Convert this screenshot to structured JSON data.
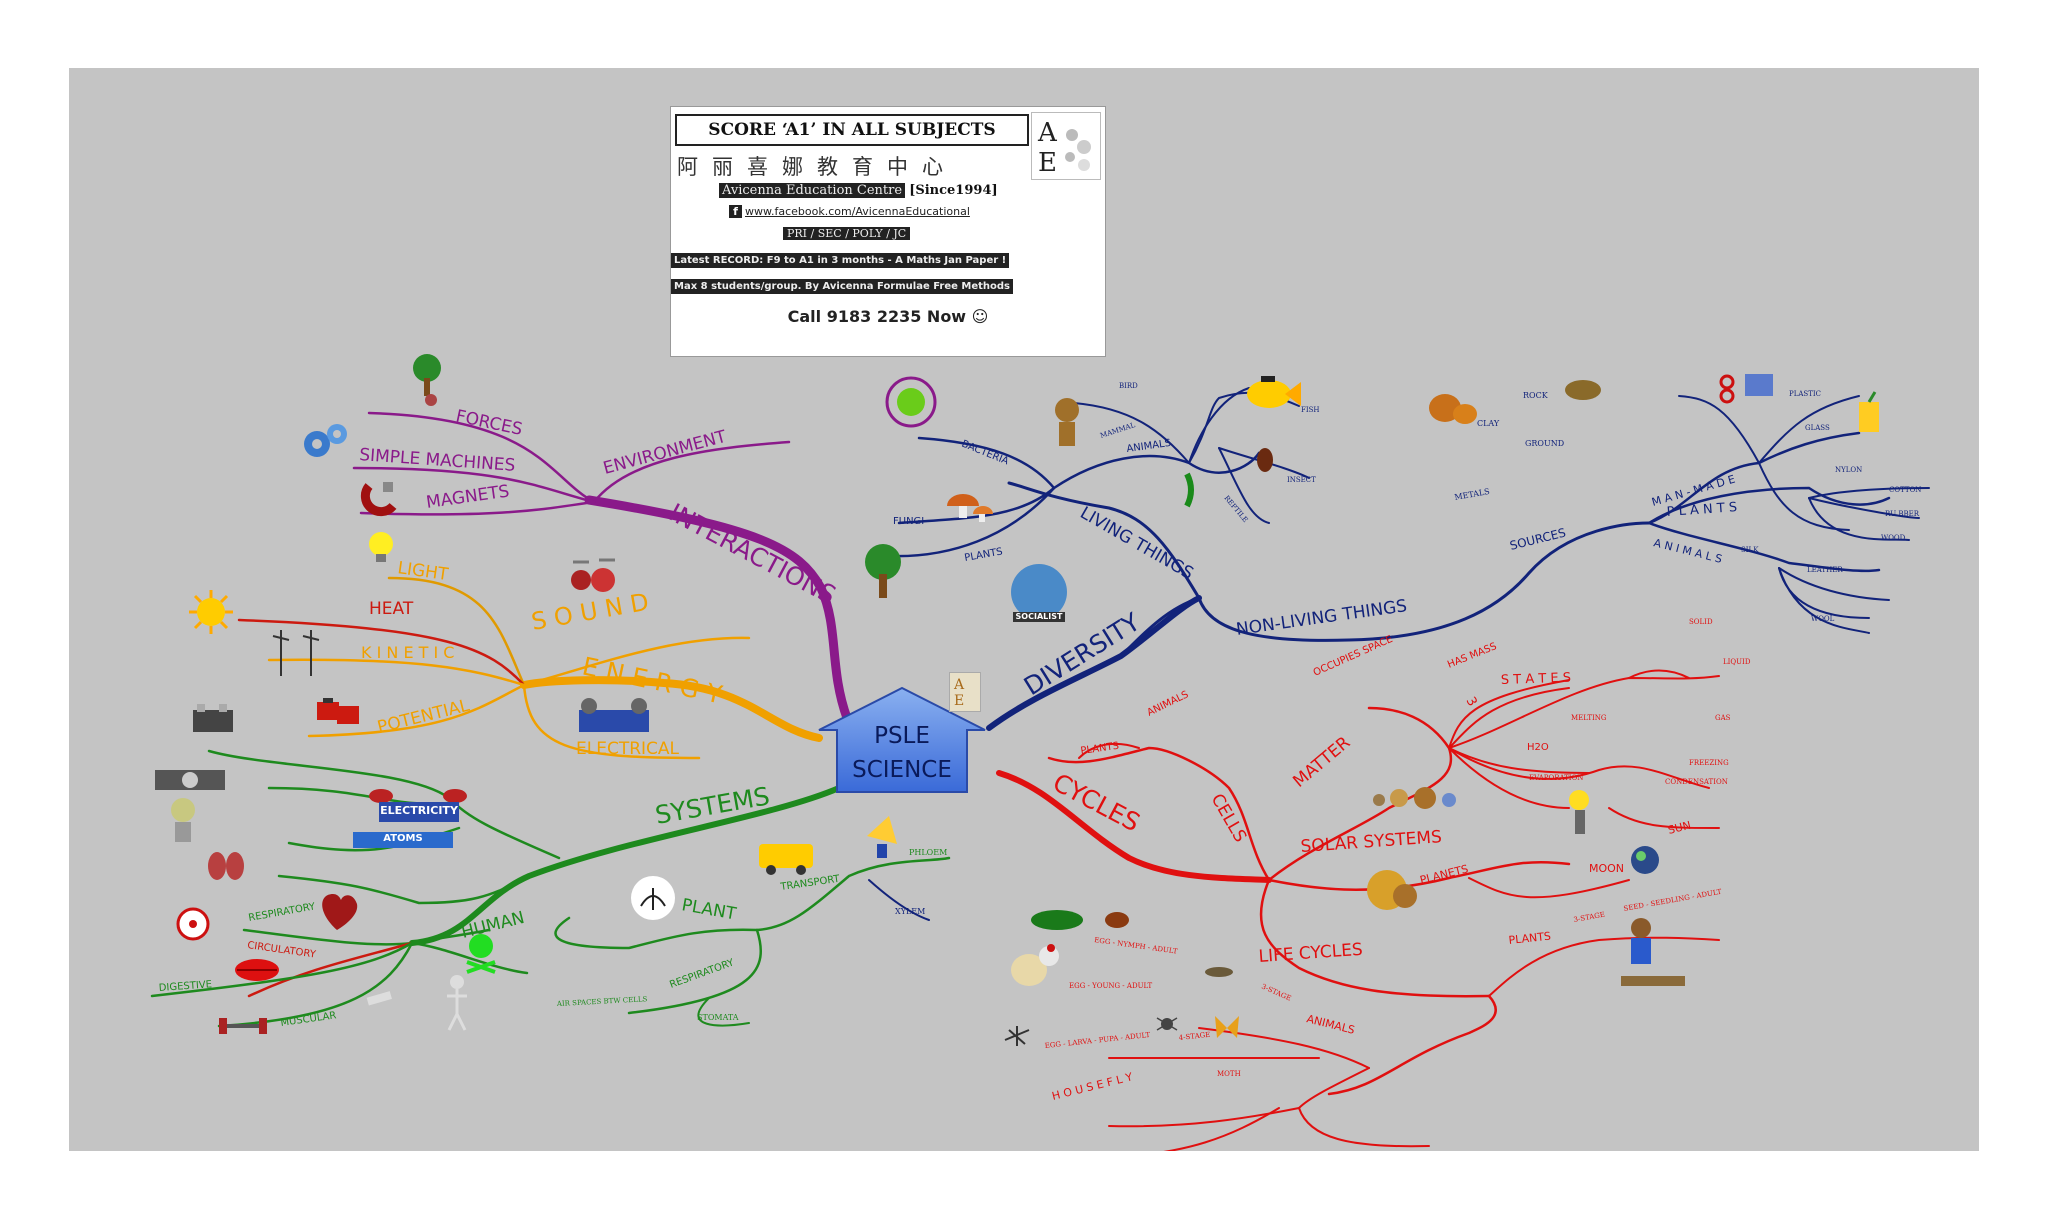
{
  "ad": {
    "score": "SCORE ‘A1’ IN ALL SUBJECTS",
    "chinese": "阿丽喜娜教育中心",
    "centre": "Avicenna Education Centre",
    "since": "[Since1994]",
    "facebook_icon": "f",
    "facebook": "www.facebook.com/AvicennaEducational",
    "levels": "PRI / SEC / POLY / JC",
    "record": "Latest RECORD: F9 to A1 in 3 months - A Maths Jan Paper !",
    "max": "Max 8 students/group. By Avicenna Formulae Free Methods",
    "call": "Call 9183 2235 Now ☺",
    "logo_letters": [
      "A",
      "E"
    ]
  },
  "center": {
    "line1": "PSLE",
    "line2": "SCIENCE",
    "logo_letters": [
      "A",
      "E"
    ]
  },
  "branches": {
    "interactions": {
      "label": "INTERACTIONS",
      "children": {
        "environment": "ENVIRONMENT",
        "forces": "FORCES",
        "simple_machines": "SIMPLE MACHINES",
        "magnets": "MAGNETS"
      }
    },
    "energy": {
      "label": "E N E R G Y",
      "children": {
        "light": "LIGHT",
        "heat": "HEAT",
        "kinetic": "K I N E T I C",
        "potential": "POTENTIAL",
        "sound": "S O U N D",
        "electrical": "ELECTRICAL"
      }
    },
    "systems": {
      "label": "SYSTEMS",
      "icons": [
        "ELECTRICITY",
        "ATOMS"
      ],
      "human": {
        "label": "HUMAN",
        "respiratory": "RESPIRATORY",
        "circulatory": "CIRCULATORY",
        "digestive": "DIGESTIVE",
        "muscular": "MUSCULAR"
      },
      "plant": {
        "label": "PLANT",
        "transport": "TRANSPORT",
        "phloem": "PHLOEM",
        "xylem": "XYLEM",
        "respiratory": "RESPIRATORY",
        "air_spaces": "AIR SPACES BTW CELLS",
        "stomata": "STOMATA"
      }
    },
    "diversity": {
      "label": "DIVERSITY",
      "icons": [
        "SOCIALIST"
      ],
      "living": {
        "label": "LIVING THINGS",
        "bacteria": "BACTERIA",
        "fungi": "FUNGI",
        "plants": "PLANTS",
        "animals": "ANIMALS",
        "mammal": "MAMMAL",
        "bird": "BIRD",
        "fish": "FISH",
        "insect": "INSECT",
        "reptile": "REPTILE"
      },
      "non_living": {
        "label": "NON-LIVING THINGS",
        "sources": "SOURCES",
        "ground": "GROUND",
        "rock": "ROCK",
        "clay": "CLAY",
        "metals": "METALS",
        "man_made": "M A N - M A D E",
        "plastic": "PLASTIC",
        "glass": "GLASS",
        "nylon": "NYLON",
        "plants": "P L A N T S",
        "cotton": "COTTON",
        "rubber": "RU BBER",
        "wood": "WOOD",
        "animals": "A N I M A L S",
        "silk": "SILK",
        "leather": "LEATHER",
        "wool": "WOOL"
      }
    },
    "cycles": {
      "label": "CYCLES",
      "cells": {
        "label": "CELLS",
        "plants": "PLANTS",
        "animals": "ANIMALS"
      },
      "matter": {
        "label": "MATTER",
        "occupies_space": "OCCUPIES SPACE",
        "has_mass": "HAS MASS",
        "three": "3",
        "states": "S T A T E S",
        "solid": "SOLID",
        "liquid": "LIQUID",
        "gas": "GAS",
        "h2o": "H2O",
        "melting": "MELTING",
        "evaporation": "EVAPORATION",
        "freezing": "FREEZING",
        "condensation": "CONDENSATION"
      },
      "solar": {
        "label": "SOLAR SYSTEMS",
        "sun": "SUN",
        "moon": "MOON",
        "planets": "PLANETS"
      },
      "life": {
        "label": "LIFE CYCLES",
        "plants": "PLANTS",
        "three_stage": "3-STAGE",
        "seed_cycle": "SEED - SEEDLING - ADULT",
        "animals": "ANIMALS",
        "egg_nymph": "EGG - NYMPH - ADULT",
        "egg_young": "EGG - YOUNG - ADULT",
        "animal_three_stage": "3-STAGE",
        "egg_larva": "EGG - LARVA - PUPA - ADULT",
        "four_stage": "4-STAGE",
        "housefly": "H O U S E F L Y",
        "moth": "MOTH"
      }
    }
  },
  "colors": {
    "interactions": "#8a1a8a",
    "energy": "#f0a000",
    "systems": "#1e8a1e",
    "diversity": "#12237a",
    "cycles": "#e01010",
    "board": "#c4c4c4"
  }
}
